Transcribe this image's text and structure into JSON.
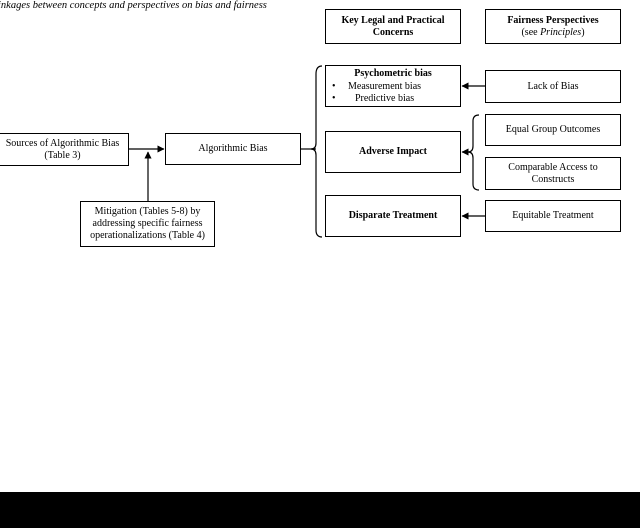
{
  "caption": "inkages between concepts and perspectives on bias and fairness",
  "headers": {
    "legal": "Key Legal and Practical Concerns",
    "fairness_title": "Fairness Perspectives",
    "fairness_sub_pre": "(see ",
    "fairness_sub_em": "Principles",
    "fairness_sub_post": ")"
  },
  "boxes": {
    "sources": "Sources of Algorithmic Bias (Table 3)",
    "algorithmic_bias": "Algorithmic Bias",
    "mitigation": "Mitigation (Tables 5-8) by addressing specific fairness operationalizations (Table 4)"
  },
  "concerns": {
    "psychometric_title": "Psychometric bias",
    "psychometric_items": [
      "Measurement bias",
      "Predictive bias"
    ],
    "adverse_impact": "Adverse Impact",
    "disparate_treatment": "Disparate Treatment"
  },
  "perspectives": {
    "lack_of_bias": "Lack of Bias",
    "equal_group_outcomes": "Equal Group Outcomes",
    "comparable_access": "Comparable Access to Constructs",
    "equitable_treatment": "Equitable Treatment"
  },
  "colors": {
    "line": "#000000",
    "bottom_bar": "#000000"
  }
}
